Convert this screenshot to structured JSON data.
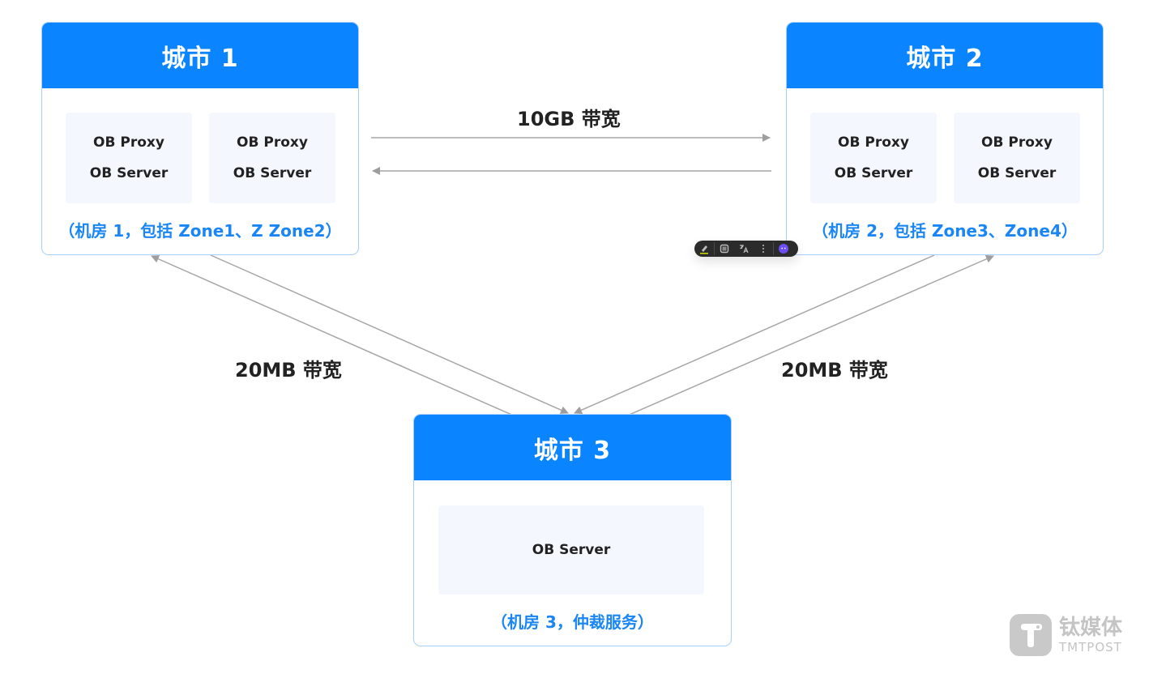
{
  "colors": {
    "header_blue": "#0a84ff",
    "caption_blue": "#1a86f5",
    "arrow_gray": "#9e9e9e",
    "node_bg": "#f4f7fd"
  },
  "cities": [
    {
      "title": "城市 1",
      "nodes": [
        {
          "lines": [
            "OB Proxy",
            "OB Server"
          ]
        },
        {
          "lines": [
            "OB Proxy",
            "OB Server"
          ]
        }
      ],
      "caption": "（机房 1，包括 Zone1、Z Zone2）"
    },
    {
      "title": "城市 2",
      "nodes": [
        {
          "lines": [
            "OB Proxy",
            "OB Server"
          ]
        },
        {
          "lines": [
            "OB Proxy",
            "OB Server"
          ]
        }
      ],
      "caption": "（机房 2，包括 Zone3、Zone4）"
    },
    {
      "title": "城市 3",
      "nodes": [
        {
          "lines": [
            "OB Server"
          ]
        }
      ],
      "caption": "（机房 3，仲裁服务）"
    }
  ],
  "links": [
    {
      "from": "城市 1",
      "to": "城市 2",
      "label": "10GB 带宽",
      "bidirectional": true
    },
    {
      "from": "城市 1",
      "to": "城市 3",
      "label": "20MB 带宽",
      "bidirectional": true
    },
    {
      "from": "城市 2",
      "to": "城市 3",
      "label": "20MB 带宽",
      "bidirectional": true
    }
  ],
  "floating_toolbar": {
    "icons": [
      "highlighter-icon",
      "screenshot-icon",
      "translate-icon",
      "more-vertical-icon",
      "ai-assistant-icon"
    ]
  },
  "watermark": {
    "cn": "钛媒体",
    "en": "TMTPOST"
  }
}
